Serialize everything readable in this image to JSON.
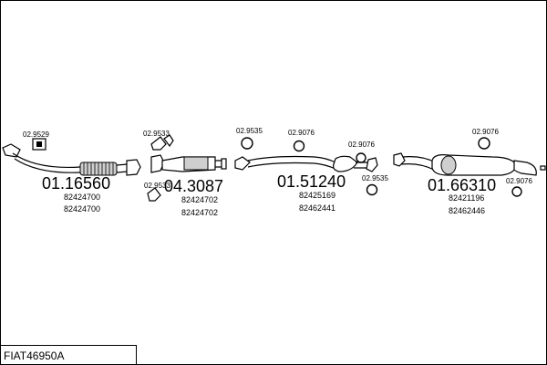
{
  "diagram_id": "FIAT46950A",
  "main_parts": [
    {
      "number": "01.16560",
      "refs": [
        "82424700",
        "82424700"
      ]
    },
    {
      "number": "04.3087",
      "refs": [
        "82424702",
        "82424702"
      ]
    },
    {
      "number": "01.51240",
      "refs": [
        "82425169",
        "82462441"
      ]
    },
    {
      "number": "01.66310",
      "refs": [
        "82421196",
        "82462446"
      ]
    }
  ],
  "accessories": [
    "02.9529",
    "02.9533",
    "02.9533",
    "02.9535",
    "02.9076",
    "02.9076",
    "02.9535",
    "02.9076",
    "02.9076"
  ]
}
